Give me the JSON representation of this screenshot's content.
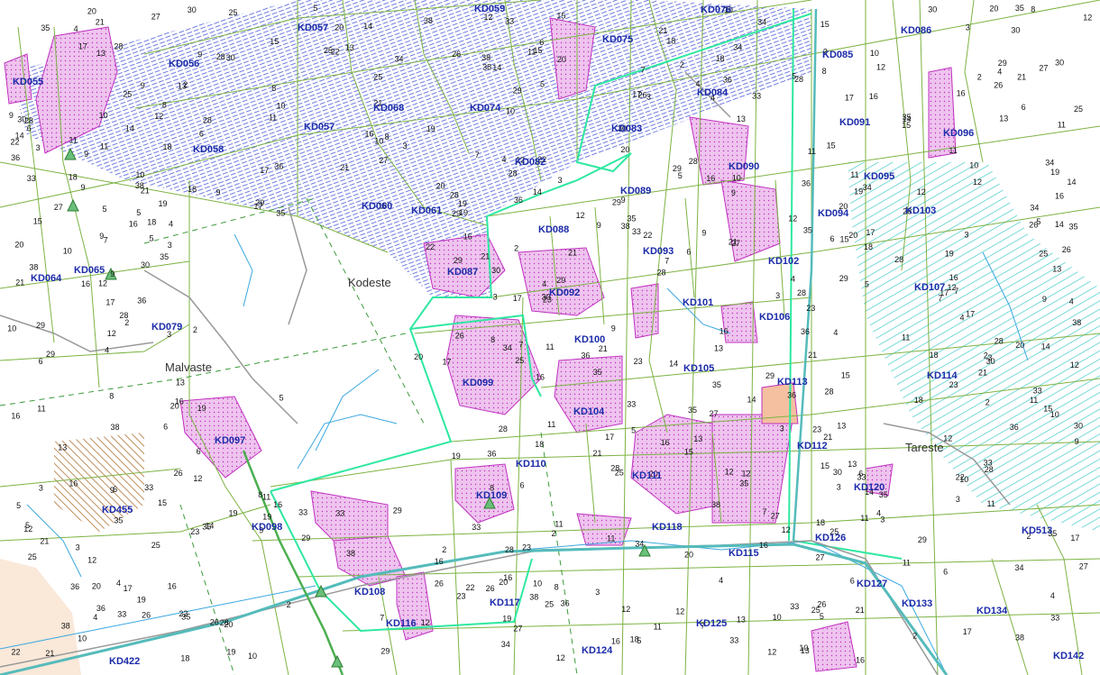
{
  "places": [
    "Kodeste",
    "Malvaste",
    "Tareste"
  ],
  "blocks": [
    "KD055",
    "KD056",
    "KD057",
    "KD058",
    "KD059",
    "KD060",
    "KD061",
    "KD064",
    "KD065",
    "KD068",
    "KD074",
    "KD075",
    "KD076",
    "KD079",
    "KD082",
    "KD083",
    "KD084",
    "KD085",
    "KD086",
    "KD087",
    "KD088",
    "KD089",
    "KD090",
    "KD091",
    "KD092",
    "KD093",
    "KD094",
    "KD095",
    "KD096",
    "KD097",
    "KD098",
    "KD099",
    "KD100",
    "KD101",
    "KD102",
    "KD103",
    "KD104",
    "KD105",
    "KD106",
    "KD107",
    "KD108",
    "KD109",
    "KD110",
    "KD111",
    "KD112",
    "KD113",
    "KD114",
    "KD115",
    "KD116",
    "KD117",
    "KD118",
    "KD120",
    "KD124",
    "KD125",
    "KD126",
    "KD127",
    "KD133",
    "KD134",
    "KD142",
    "KD422",
    "KD455",
    "KD513"
  ],
  "stand_numbers": [
    "12",
    "14",
    "7",
    "16",
    "11",
    "9",
    "13",
    "4",
    "3",
    "6",
    "8",
    "15",
    "17",
    "2",
    "5",
    "10",
    "18",
    "21",
    "23",
    "20",
    "22",
    "19",
    "25",
    "26",
    "27",
    "28",
    "29",
    "30",
    "33",
    "34",
    "35",
    "36",
    "38"
  ],
  "colors": {
    "background": "#ffffff",
    "stand_border": "#7cb342",
    "block_border": "#2ee8a0",
    "protected_fill": "#e8b4ea",
    "protected_border": "#c030c0",
    "hatch_blue": "#3f51d8",
    "hatch_cyan": "#3fc8c8",
    "water": "#3aa8e0",
    "road": "#999999",
    "label": "#1a2aa8"
  },
  "icons": [
    "triangle-marker-icon"
  ]
}
